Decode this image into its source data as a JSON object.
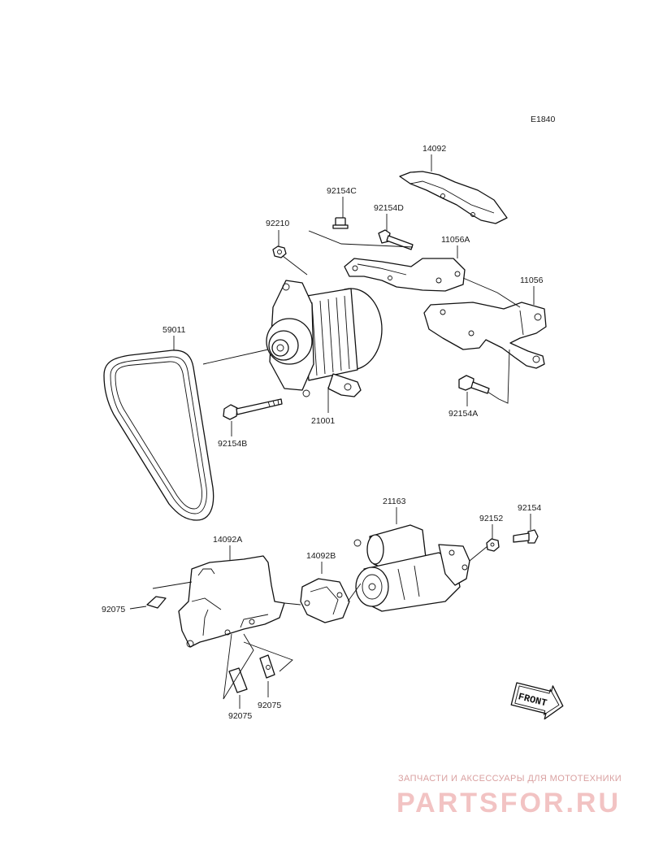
{
  "diagram_code": "E1840",
  "parts": {
    "p14092": "14092",
    "p92154C": "92154C",
    "p92210": "92210",
    "p92154D": "92154D",
    "p11056A": "11056A",
    "p11056": "11056",
    "p59011": "59011",
    "p21001": "21001",
    "p92154B": "92154B",
    "p92154A": "92154A",
    "p21163": "21163",
    "p92152": "92152",
    "p92154": "92154",
    "p14092A": "14092A",
    "p14092B": "14092B",
    "p92075a": "92075",
    "p92075b": "92075",
    "p92075c": "92075"
  },
  "front_label": "FRONT",
  "watermark": {
    "tagline": "ЗАПЧАСТИ И АКСЕССУАРЫ ДЛЯ МОТОТЕХНИКИ",
    "brand": "PARTSFOR.RU"
  }
}
